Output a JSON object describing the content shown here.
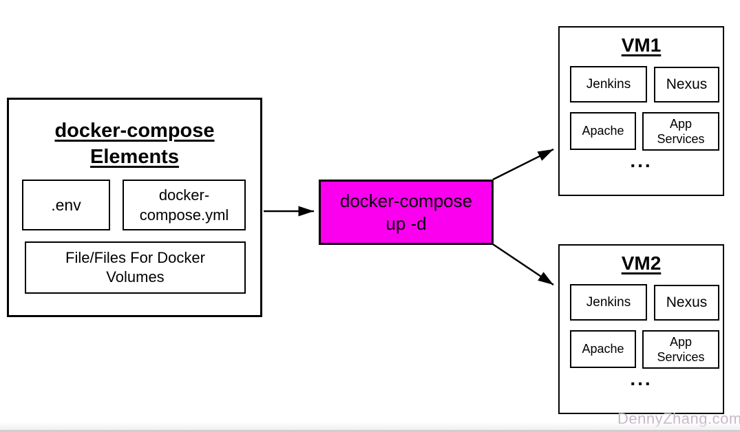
{
  "left_panel": {
    "title": "docker-compose Elements",
    "items": {
      "env": ".env",
      "compose_file": "docker-compose.yml",
      "volumes": "File/Files For Docker Volumes"
    }
  },
  "command": {
    "label": "docker-compose up -d",
    "background": "#fa00ef"
  },
  "vms": [
    {
      "title": "VM1",
      "services": [
        "Jenkins",
        "Nexus",
        "Apache",
        "App Services"
      ],
      "ellipsis": "..."
    },
    {
      "title": "VM2",
      "services": [
        "Jenkins",
        "Nexus",
        "Apache",
        "App Services"
      ],
      "ellipsis": "..."
    }
  ],
  "watermark": {
    "text": "DennyZhang.com",
    "color": "#c8b6c9"
  },
  "colors": {
    "box_border": "#000000",
    "arrow": "#000000",
    "bottom_line": "#cfcfcf"
  }
}
